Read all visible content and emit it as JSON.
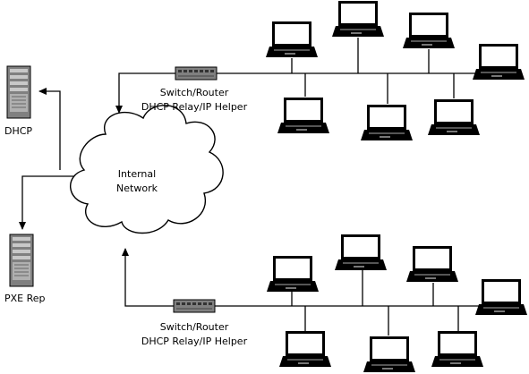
{
  "colors": {
    "line": "#000000",
    "screen": "#ffffff",
    "laptop_body": "#000000",
    "server_dark": "#808080",
    "server_light": "#c8c8c8",
    "switch": "#808080"
  },
  "servers": {
    "dhcp": {
      "label": "DHCP",
      "icon": "server-icon"
    },
    "pxe": {
      "label": "PXE Rep",
      "icon": "server-icon"
    }
  },
  "cloud": {
    "line1": "Internal",
    "line2": "Network",
    "icon": "cloud-icon"
  },
  "switch_top": {
    "line1": "Switch/Router",
    "line2": "DHCP Relay/IP Helper",
    "icon": "switch-icon"
  },
  "switch_bottom": {
    "line1": "Switch/Router",
    "line2": "DHCP Relay/IP Helper",
    "icon": "switch-icon"
  },
  "laptops_top_count_icon": "laptop-icon",
  "laptops_bottom_count_icon": "laptop-icon"
}
